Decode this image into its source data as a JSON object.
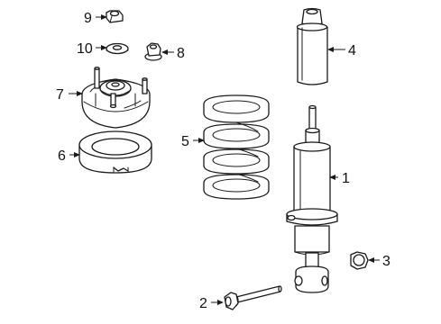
{
  "callouts": [
    {
      "id": "callout-1",
      "number": "1",
      "part": "shock-absorber"
    },
    {
      "id": "callout-2",
      "number": "2",
      "part": "bolt"
    },
    {
      "id": "callout-3",
      "number": "3",
      "part": "nut"
    },
    {
      "id": "callout-4",
      "number": "4",
      "part": "dust-boot"
    },
    {
      "id": "callout-5",
      "number": "5",
      "part": "coil-spring"
    },
    {
      "id": "callout-6",
      "number": "6",
      "part": "spring-insulator"
    },
    {
      "id": "callout-7",
      "number": "7",
      "part": "upper-mount"
    },
    {
      "id": "callout-8",
      "number": "8",
      "part": "nut"
    },
    {
      "id": "callout-9",
      "number": "9",
      "part": "nut"
    },
    {
      "id": "callout-10",
      "number": "10",
      "part": "washer"
    }
  ]
}
